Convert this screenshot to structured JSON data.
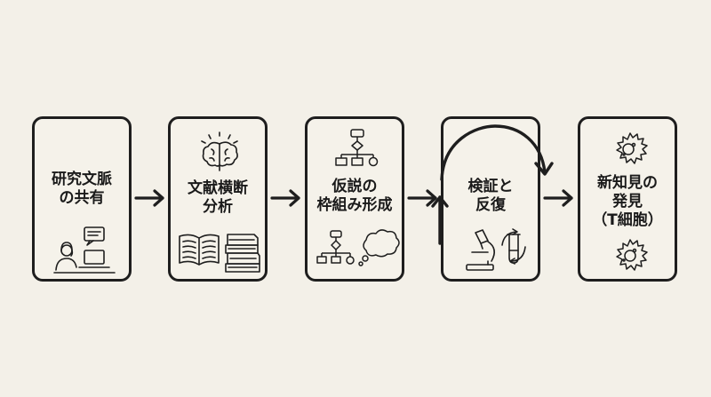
{
  "steps": [
    {
      "label": "研究文脈\nの共有"
    },
    {
      "label": "文献横断\n分析"
    },
    {
      "label": "仮説の\n枠組み形成"
    },
    {
      "label": "検証と\n反復"
    },
    {
      "label": "新知見の\n発見\n（T細胞）"
    }
  ],
  "colors": {
    "background": "#f3f0e8",
    "ink": "#1e1e1e"
  },
  "icons": {
    "step1": "person-at-computer-icon",
    "step2a": "brain-icon",
    "step2b": "books-icon",
    "step3a": "flowchart-icon",
    "step3b": "thought-bubble-icon",
    "step4a": "microscope-icon",
    "step4b": "test-tube-cycle-icon",
    "step5": "t-cell-icon"
  }
}
